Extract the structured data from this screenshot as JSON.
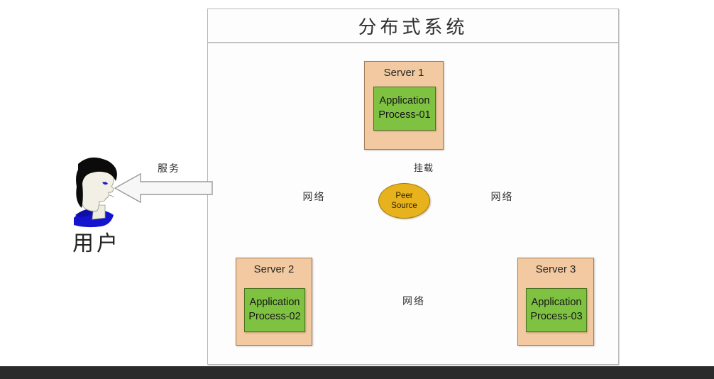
{
  "diagram": {
    "title": "分布式系统",
    "servers": [
      {
        "id": "server1",
        "title": "Server 1",
        "app_line1": "Application",
        "app_line2": "Process-01"
      },
      {
        "id": "server2",
        "title": "Server 2",
        "app_line1": "Application",
        "app_line2": "Process-02"
      },
      {
        "id": "server3",
        "title": "Server 3",
        "app_line1": "Application",
        "app_line2": "Process-03"
      }
    ],
    "peer_source": {
      "line1": "Peer",
      "line2": "Source"
    },
    "mount_label": "挂载",
    "clouds": [
      {
        "id": "cloud-left",
        "label": "网络"
      },
      {
        "id": "cloud-right",
        "label": "网络"
      },
      {
        "id": "cloud-bottom",
        "label": "网络"
      }
    ],
    "user": {
      "label": "用户"
    },
    "service_arrow": {
      "label": "服务"
    },
    "colors": {
      "server_fill": "#f2c9a0",
      "server_stroke": "#9d7b56",
      "app_fill": "#7fc241",
      "app_stroke": "#4b7220",
      "peer_fill": "#e8b21d",
      "peer_stroke": "#a07b10",
      "cloud_fill": "#aec6e8",
      "cloud_stroke": "#9bb8df",
      "arrow": "#333333",
      "frame_stroke": "#b7b7b7",
      "bottom_bar": "#2b2b2b",
      "hair": "#0b0b0b",
      "skin": "#f2f0e4",
      "shirt": "#1414cf"
    }
  }
}
